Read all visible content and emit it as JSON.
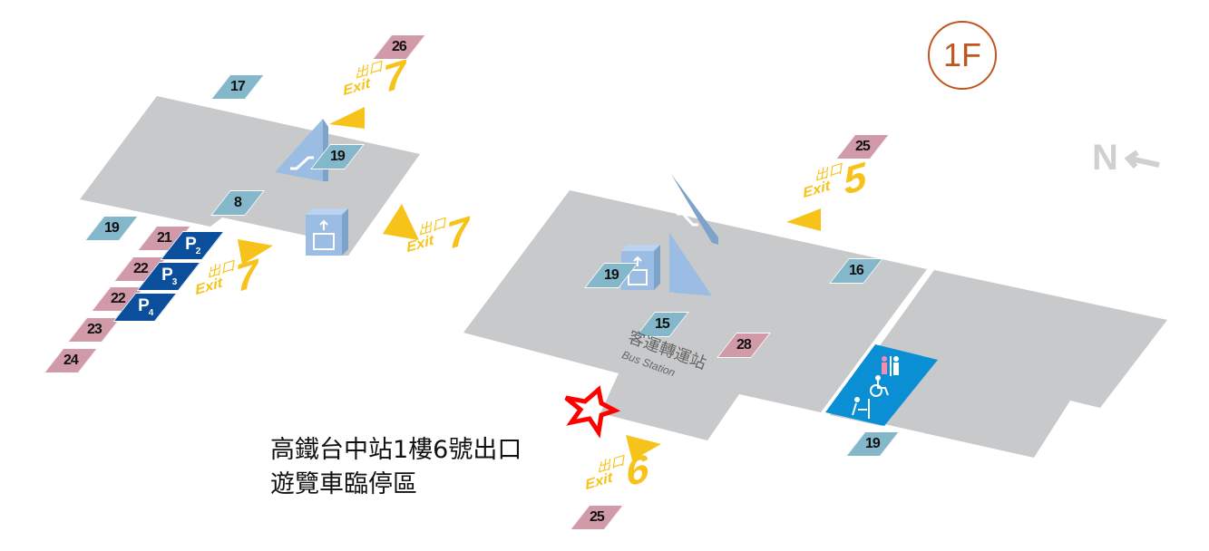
{
  "floor_label": "1F",
  "north_label": "N",
  "caption": {
    "line1": "高鐵台中站1樓6號出口",
    "line2": "遊覽車臨停區"
  },
  "bus_station": {
    "zh": "客運轉運站",
    "en": "Bus Station"
  },
  "exits": [
    {
      "zh": "出口",
      "en": "Exit",
      "num": "7"
    },
    {
      "zh": "出口",
      "en": "Exit",
      "num": "7"
    },
    {
      "zh": "出口",
      "en": "Exit",
      "num": "7"
    },
    {
      "zh": "出口",
      "en": "Exit",
      "num": "5"
    },
    {
      "zh": "出口",
      "en": "Exit",
      "num": "6"
    }
  ],
  "platforms": [
    "26",
    "17",
    "19",
    "8",
    "19",
    "21",
    "22",
    "22",
    "23",
    "24",
    "25",
    "19",
    "16",
    "15",
    "28",
    "19",
    "25"
  ],
  "parking": [
    {
      "p": "P",
      "n": "2"
    },
    {
      "p": "P",
      "n": "3"
    },
    {
      "p": "P",
      "n": "4"
    }
  ],
  "icons": [
    "escalator-icon",
    "elevator-icon",
    "restroom-icon",
    "wheelchair-icon",
    "baby-changing-icon",
    "star-marker-icon",
    "north-arrow-icon"
  ],
  "colors": {
    "floor": "#c8c9cb",
    "exit": "#f7c21a",
    "platform_blue": "#85b7cb",
    "platform_pink": "#d09aa9",
    "parking": "#0b4f9c",
    "restroom": "#0a8fd4",
    "marker": "#ff0000",
    "floor_badge": "#c4541e"
  }
}
